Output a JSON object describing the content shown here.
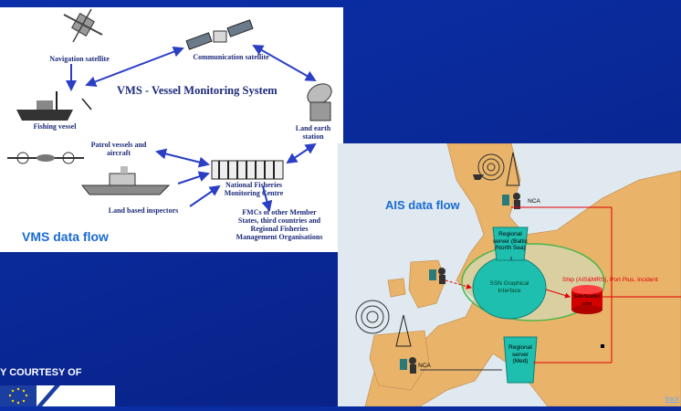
{
  "vms": {
    "title": "VMS - Vessel Monitoring System",
    "flow_title": "VMS data flow",
    "nodes": {
      "navigation_satellite": "Navigation satellite",
      "communication_satellite": "Communication satellite",
      "fishing_vessel": "Fishing vessel",
      "land_earth_station": "Land earth station",
      "patrol": "Patrol vessels and aircraft",
      "nfmc": "National Fisheries Monitoring Centre",
      "land_inspectors": "Land based inspectors",
      "fmcs_other": "FMCs of other Member States, third countries and Regional Fisheries Management Organisations"
    }
  },
  "ais": {
    "flow_title": "AIS data flow",
    "nca_north": "NCA",
    "nca_south": "NCA",
    "regional_north": "Regional server (Baltic /North Sea)",
    "ssn": "SSN Graphical Interface",
    "safeseanet": "SafeSeaNet core",
    "side_note": "Ship (AIS&MRS), Port Plus, Incident",
    "regional_med": "Regional server (Med)",
    "back": "Back"
  },
  "footer": {
    "courtesy": "Y COURTESY OF"
  },
  "colors": {
    "background": "#0a2a9a",
    "accent_blue": "#1a6ad1",
    "arrow_blue": "#2a3fc4",
    "server_teal": "#1fbfb0",
    "land": "#e9b36a",
    "sea": "#dfe9ef",
    "red": "#e00000"
  }
}
